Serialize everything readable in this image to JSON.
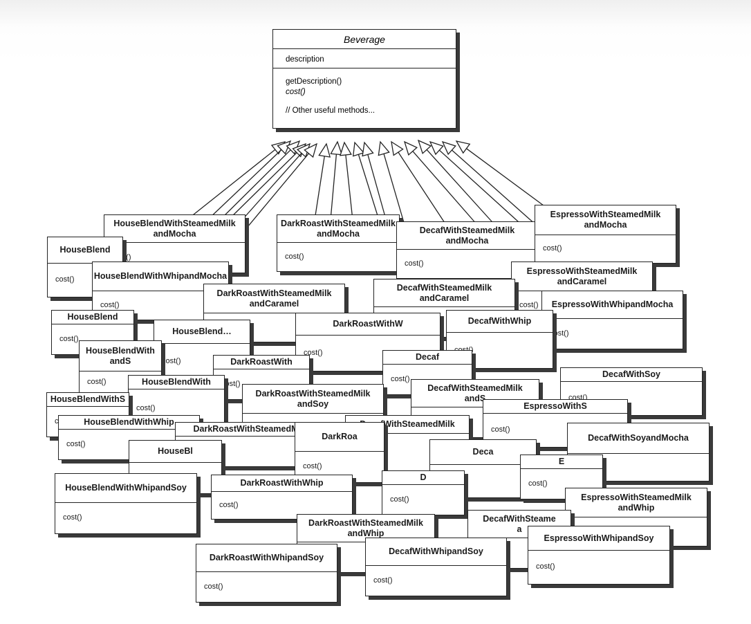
{
  "superclass": {
    "name": "Beverage",
    "attributes": [
      "description"
    ],
    "methods": [
      "getDescription()",
      "cost()"
    ],
    "note": "// Other useful methods..."
  },
  "method_label": "cost()",
  "classes": [
    [
      "HouseBlendWithSteamedMilkandMocha",
      "HouseBlendWithSteamedMilk",
      "andMocha"
    ],
    [
      "HouseBlend…",
      "HouseBlend",
      ""
    ],
    [
      "HouseBlendWithWhipandMocha…",
      "HouseBlendWithWhipandMocha",
      ""
    ],
    [
      "DarkRoastWithSteamedMilkandMocha",
      "DarkRoastWithSteamedMilk",
      "andMocha"
    ],
    [
      "DecafWithSteamedMilkandMocha",
      "DecafWithSteamedMilk",
      "andMocha"
    ],
    [
      "EspressoWithSteamedMilkandMocha",
      "EspressoWithSteamedMilk",
      "andMocha"
    ],
    [
      "EspressoWithSteamedMilkandCaramel",
      "EspressoWithSteamedMilk",
      "andCaramel"
    ],
    [
      "DarkRoastWithSteamedMilkandCaramel",
      "DarkRoastWithSteamedMilk",
      "andCaramel"
    ],
    [
      "DecafWithSteamedMilkandCaramel",
      "DecafWithSteamedMilk",
      "andCaramel"
    ],
    [
      "EspressoWithWhipandMocha",
      "EspressoWithWhipandMocha",
      ""
    ],
    [
      "HouseBlendWhip…",
      "HouseBlend",
      ""
    ],
    [
      "HouseBlend…",
      "HouseBlend…",
      ""
    ],
    [
      "DarkRoastWithWhip…",
      "DarkRoastWithW",
      ""
    ],
    [
      "DecafWithWhip…",
      "DecafWithWhip",
      ""
    ],
    [
      "HouseBlendWithSoy…",
      "HouseBlendWith",
      "andS"
    ],
    [
      "DarkRoastWith…",
      "DarkRoastWith",
      ""
    ],
    [
      "Decaf…",
      "Decaf",
      ""
    ],
    [
      "DecafWithSoy",
      "DecafWithSoy",
      ""
    ],
    [
      "HouseBlendWith…",
      "HouseBlendWith",
      ""
    ],
    [
      "DarkRoastWithSteamedMilkandSoy",
      "DarkRoastWithSteamedMilk",
      "andSoy"
    ],
    [
      "DecafWithSteamedMilkandSoy",
      "DecafWithSteamedMilk",
      "andS"
    ],
    [
      "EspressoWithS…",
      "EspressoWithS",
      ""
    ],
    [
      "HouseBlendWithS…",
      "HouseBlendWithS",
      ""
    ],
    [
      "HouseBlendWithWhip",
      "HouseBlendWithWhip",
      ""
    ],
    [
      "DarkRoastWithSteamedMilk…",
      "DarkRoastWithSteamedM",
      ""
    ],
    [
      "DecafWithSteamedMilk",
      "DecafWithSteamedMilk",
      ""
    ],
    [
      "DarkRoa…",
      "DarkRoa",
      ""
    ],
    [
      "DecafWithSoyandMocha",
      "DecafWithSoyandMocha",
      ""
    ],
    [
      "HouseBl…",
      "HouseBl",
      ""
    ],
    [
      "Deca…",
      "Deca",
      ""
    ],
    [
      "E…",
      "E",
      ""
    ],
    [
      "HouseBlendWithWhipandSoy",
      "HouseBlendWithWhipandSoy",
      ""
    ],
    [
      "DarkRoastWithWhip",
      "DarkRoastWithWhip",
      ""
    ],
    [
      "D…",
      "D",
      ""
    ],
    [
      "EspressoWithSteamedMilkandWhip",
      "EspressoWithSteamedMilk",
      "andWhip"
    ],
    [
      "DarkRoastWithSteamedMilkandWhip",
      "DarkRoastWithSteamedMilk",
      "andWhip"
    ],
    [
      "DecafWithSteamedMilk…",
      "DecafWithSteame",
      "a"
    ],
    [
      "EspressoWithWhipandSoy",
      "EspressoWithWhipandSoy",
      ""
    ],
    [
      "DarkRoastWithWhipandSoy",
      "DarkRoastWithWhipandSoy",
      ""
    ],
    [
      "DecafWithWhipandSoy",
      "DecafWithWhipandSoy",
      ""
    ]
  ],
  "colors": {
    "stroke": "#222222",
    "shadow": "#3a3a3a",
    "background": "#ffffff"
  }
}
